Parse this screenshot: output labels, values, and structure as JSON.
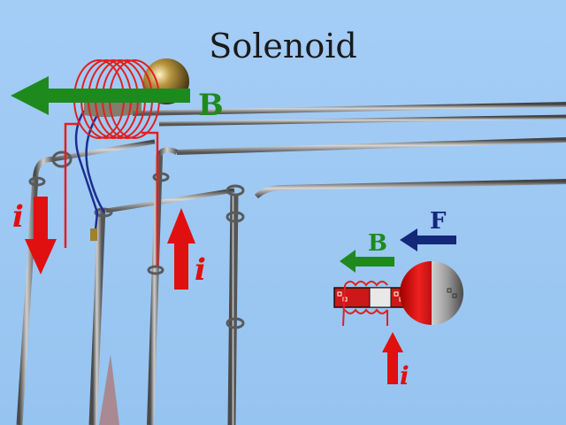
{
  "title": "Solenoid",
  "labels": {
    "field_main": "B",
    "current_left": "i",
    "current_right": "i",
    "field_small": "B",
    "force": "F",
    "current_small": "i"
  },
  "colors": {
    "background": "#9cc8f2",
    "field_arrow": "#1e8a1e",
    "force_arrow": "#14287a",
    "current_arrow": "#e01010",
    "wire": "#e02020"
  }
}
